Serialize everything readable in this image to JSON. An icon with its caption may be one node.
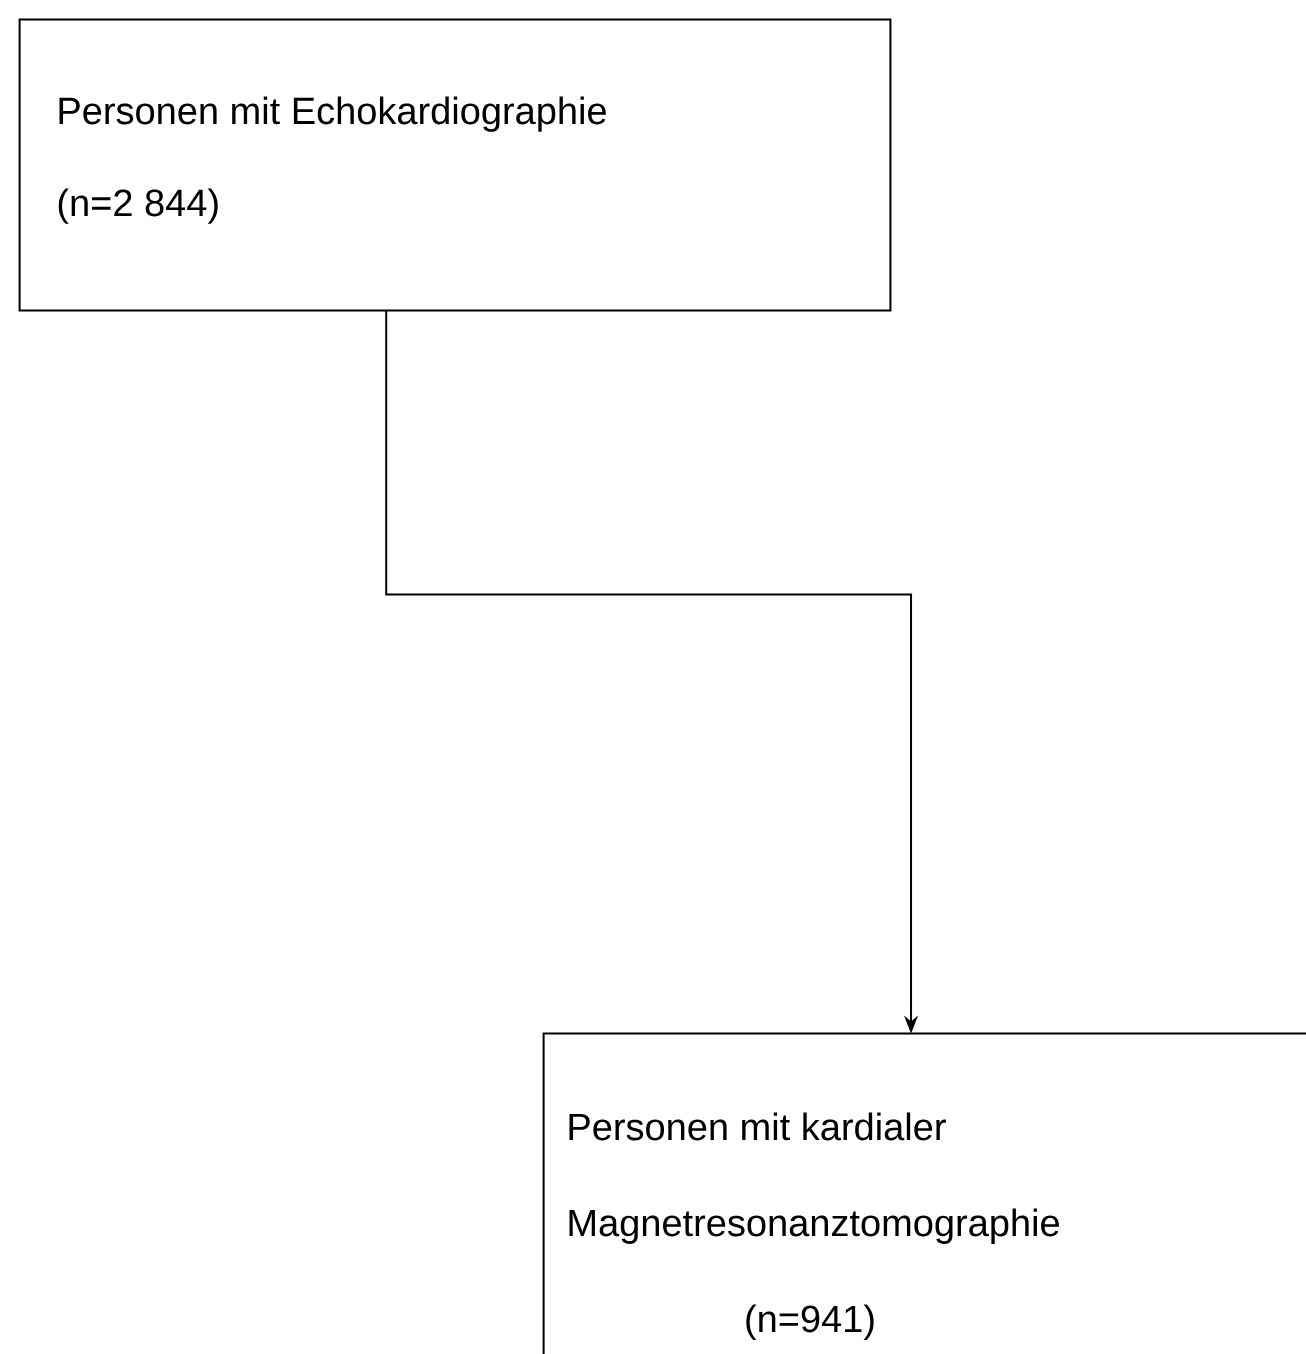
{
  "diagram": {
    "nodes": [
      {
        "text": [
          "Personen mit Echokardiographie",
          "(n=2 844)"
        ]
      },
      {
        "text": [
          "Personen mit kardialer Magnetresonanztomographie",
          "(n=941)"
        ]
      }
    ],
    "edges": [
      {
        "from": 0,
        "to": 1,
        "arrow": "to"
      }
    ]
  }
}
